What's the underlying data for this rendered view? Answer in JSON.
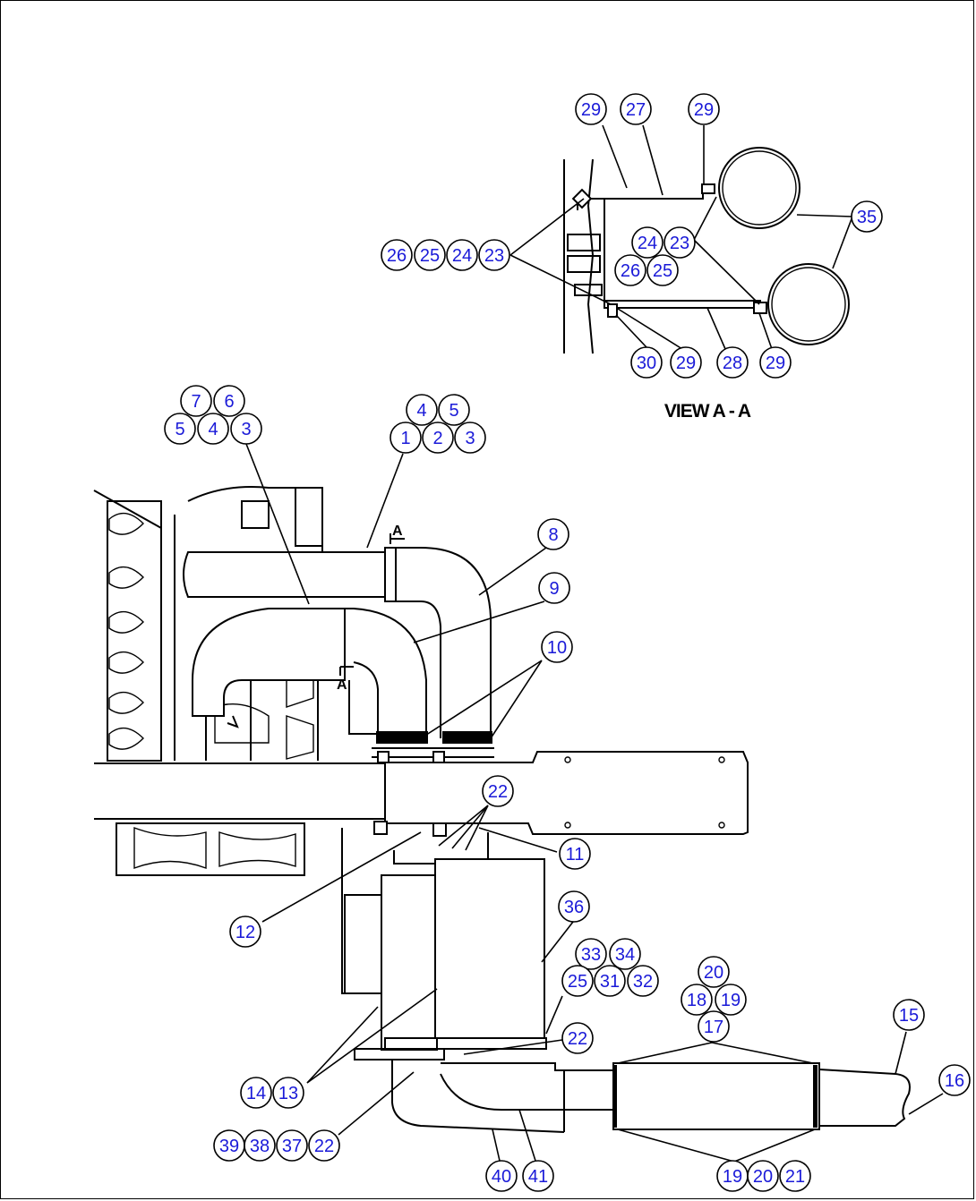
{
  "view_caption": "VIEW A - A",
  "section_mark": "A",
  "balloons": [
    "29",
    "27",
    "29",
    "35",
    "26",
    "25",
    "24",
    "23",
    "24",
    "23",
    "26",
    "25",
    "30",
    "29",
    "28",
    "29",
    "7",
    "6",
    "5",
    "4",
    "3",
    "4",
    "5",
    "1",
    "2",
    "3",
    "8",
    "9",
    "10",
    "22",
    "11",
    "12",
    "36",
    "33",
    "34",
    "25",
    "31",
    "32",
    "20",
    "18",
    "19",
    "17",
    "15",
    "16",
    "22",
    "14",
    "13",
    "39",
    "38",
    "37",
    "22",
    "40",
    "41",
    "19",
    "20",
    "21"
  ]
}
